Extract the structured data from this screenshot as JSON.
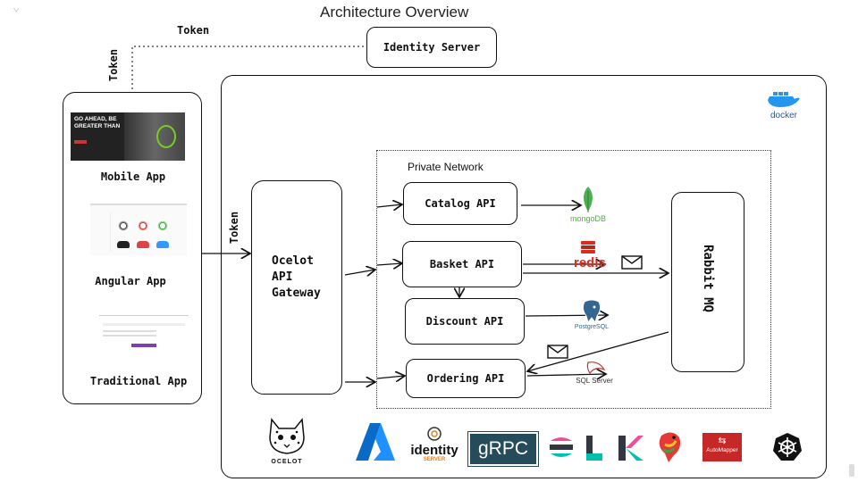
{
  "title": "Architecture Overview",
  "labels": {
    "token_top": "Token",
    "token_left": "Token",
    "token_mid": "Token",
    "private_network": "Private Network"
  },
  "identity_server": "Identity Server",
  "clients": {
    "mobile": "Mobile App",
    "angular": "Angular App",
    "traditional": "Traditional App",
    "banner_line1": "GO AHEAD, BE",
    "banner_line2": "GREATER THAN"
  },
  "gateway": {
    "line1": "Ocelot",
    "line2": "API",
    "line3": "Gateway"
  },
  "apis": {
    "catalog": "Catalog API",
    "basket": "Basket API",
    "discount": "Discount API",
    "ordering": "Ordering API"
  },
  "broker": "Rabbit MQ",
  "databases": {
    "mongo": "mongoDB",
    "redis": "redis",
    "postgres": "PostgreSQL",
    "sqlserver": "SQL Server"
  },
  "docker": "docker",
  "tech_logos": {
    "ocelot": "OCELOT",
    "identity_l1": "identity",
    "identity_l2": "SERVER",
    "grpc": "gRPC",
    "automapper": "AutoMapper"
  },
  "colors": {
    "docker_blue": "#2496ed",
    "mongo_green": "#4caf50",
    "redis_red": "#d82c20",
    "postgres_blue": "#336791",
    "azure_blue": "#0a6ac8",
    "automapper_red": "#c62828"
  }
}
